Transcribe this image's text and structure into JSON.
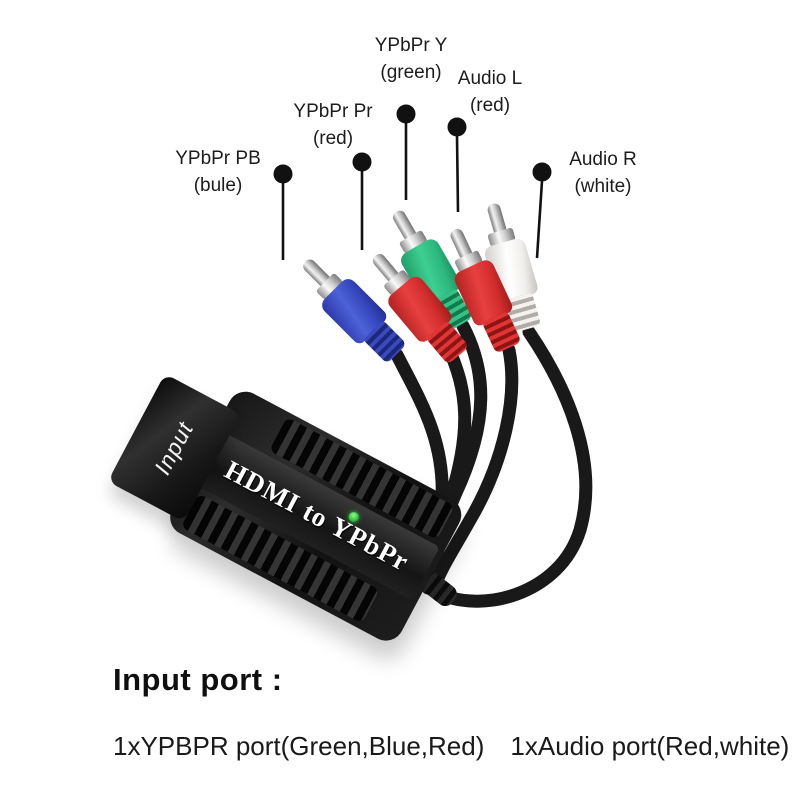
{
  "background": "#ffffff",
  "product": {
    "device_side_label": "Input",
    "device_main_label": "HDMI to YPbPr",
    "led_color": "#2fbf3a",
    "device_color": "#1a1a1a"
  },
  "callouts": [
    {
      "title": "YPbPr PB",
      "subtitle": "(bule)",
      "connector": "blue",
      "connector_hex": "#3b4cc0"
    },
    {
      "title": "YPbPr Pr",
      "subtitle": "(red)",
      "connector": "red",
      "connector_hex": "#d22d2d"
    },
    {
      "title": "YPbPr Y",
      "subtitle": "(green)",
      "connector": "green",
      "connector_hex": "#2cb87e"
    },
    {
      "title": "Audio L",
      "subtitle": "(red)",
      "connector": "red",
      "connector_hex": "#d22d2d"
    },
    {
      "title": "Audio R",
      "subtitle": "(white)",
      "connector": "white",
      "connector_hex": "#f1efec"
    }
  ],
  "footer": {
    "heading": "Input port :",
    "specs": [
      "1xYPBPR port(Green,Blue,Red)",
      "1xAudio port(Red,white)"
    ]
  },
  "colors": {
    "cable": "#191919",
    "annotation": "#111111",
    "metal_tip": "#d9d9d9"
  }
}
